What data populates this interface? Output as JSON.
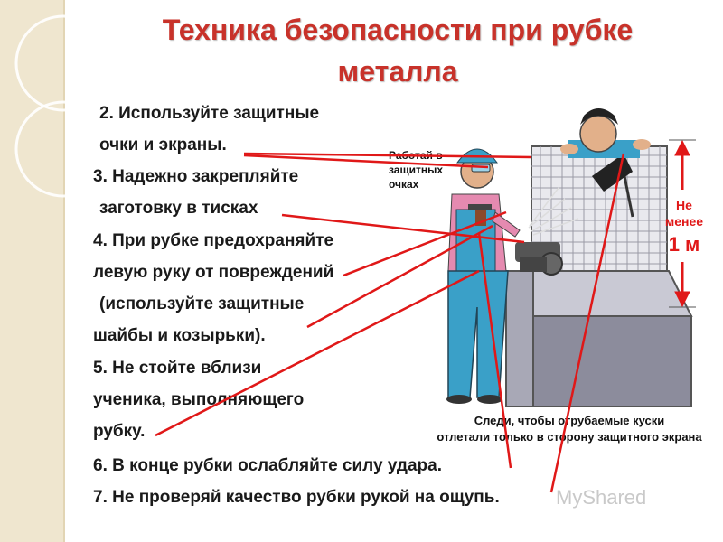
{
  "title": {
    "line1": "Техника безопасности при рубке",
    "line2": "металла"
  },
  "items": [
    "2. Используйте защитные",
    "очки и экраны.",
    "3. Надежно закрепляйте",
    "заготовку в тисках",
    "4. При рубке предохраняйте",
    "левую руку от повреждений",
    "(используйте защитные",
    "шайбы и козырьки).",
    "5. Не стойте вблизи",
    "ученика, выполняющего",
    "рубку.",
    "6. В конце рубки ослабляйте силу удара.",
    "7. Не проверяй качество рубки рукой на ощупь."
  ],
  "illustration": {
    "goggles_note": [
      "Работай в",
      "защитных",
      "очках"
    ],
    "distance_note": [
      "Не",
      "менее",
      "1 м"
    ],
    "bottom_note": [
      "Следи, чтобы отрубаемые куски",
      "отлетали только в сторону защитного экрана"
    ]
  },
  "watermark": "MyShared",
  "colors": {
    "title": "#c8322a",
    "pointer_lines": "#e01818",
    "distance_note": "#e01818",
    "overall": "#3aa0c8",
    "table": "#8c8c9c"
  }
}
